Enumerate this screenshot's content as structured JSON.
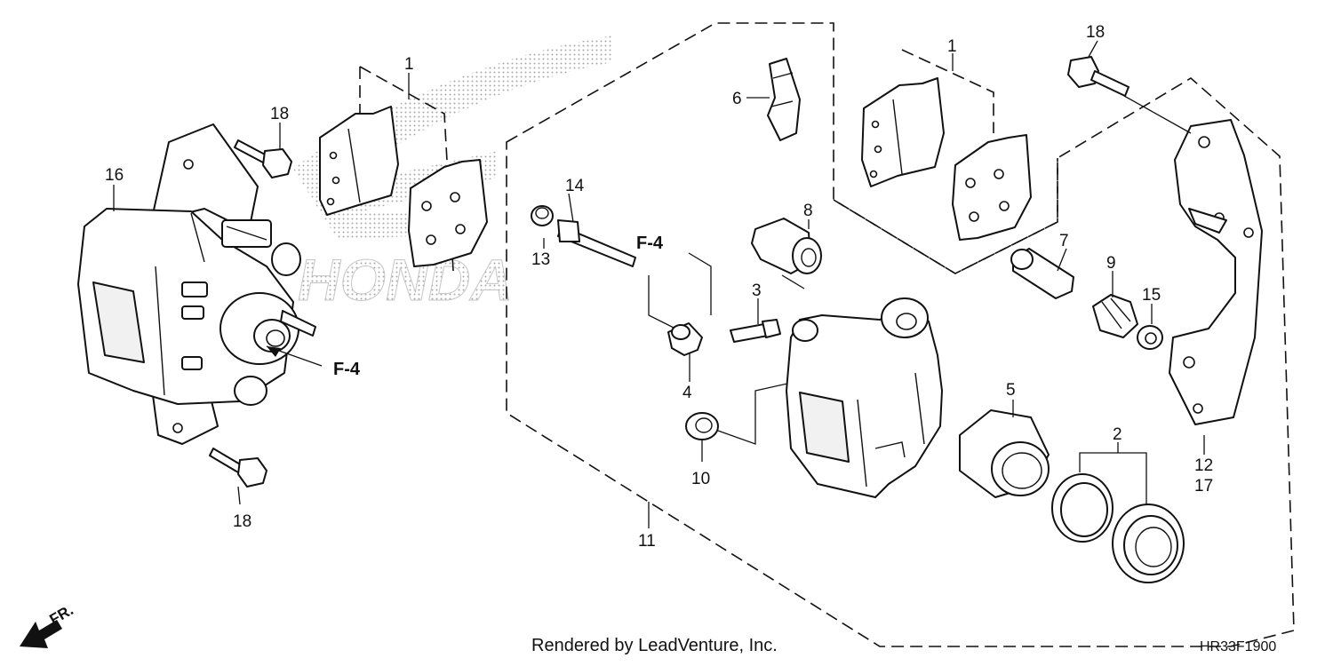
{
  "diagram": {
    "callouts": {
      "c1_left": "1",
      "c1_right": "1",
      "c2": "2",
      "c3": "3",
      "c4": "4",
      "c5": "5",
      "c6": "6",
      "c7": "7",
      "c8": "8",
      "c9": "9",
      "c10": "10",
      "c11": "11",
      "c12": "12",
      "c13": "13",
      "c14": "14",
      "c15": "15",
      "c16": "16",
      "c17": "17",
      "c18_top_left": "18",
      "c18_top_right": "18",
      "c18_bottom": "18"
    },
    "refs": {
      "f4_left": "F-4",
      "f4_center": "F-4"
    },
    "direction_label": "FR.",
    "watermark_text": "HONDA",
    "footer": {
      "rendered_by": "Rendered by LeadVenture, Inc.",
      "diagram_code": "HR33F1900"
    }
  }
}
